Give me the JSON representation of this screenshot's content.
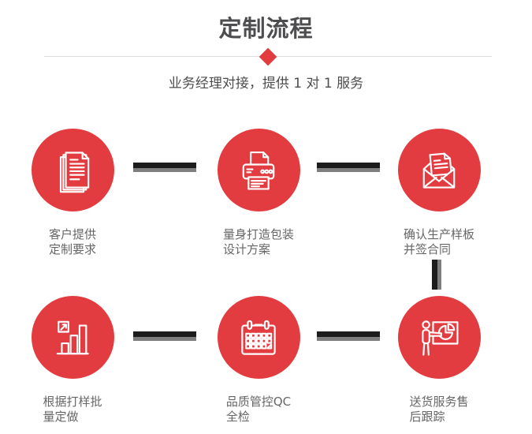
{
  "header": {
    "title": "定制流程",
    "subtitle": "业务经理对接，提供 1 对 1 服务"
  },
  "colors": {
    "accent_red": "#e23c40",
    "connector_dark": "#1c1c1c",
    "connector_gray": "#7e7e7e",
    "divider_gray": "#dcdcdc",
    "title_text": "#4d4d4f",
    "label_text": "#666666"
  },
  "steps": [
    {
      "icon": "documents-icon",
      "label_line1": "客户提供",
      "label_line2": "定制要求"
    },
    {
      "icon": "printer-icon",
      "label_line1": "量身打造包装",
      "label_line2": "设计方案"
    },
    {
      "icon": "envelope-icon",
      "label_line1": "确认生产样板",
      "label_line2": "并签合同"
    },
    {
      "icon": "bar-chart-icon",
      "label_line1": "根据打样批",
      "label_line2": "量定做"
    },
    {
      "icon": "calendar-icon",
      "label_line1": "品质管控QC",
      "label_line2": "全检"
    },
    {
      "icon": "presentation-icon",
      "label_line1": "送货服务售",
      "label_line2": "后跟踪"
    }
  ]
}
